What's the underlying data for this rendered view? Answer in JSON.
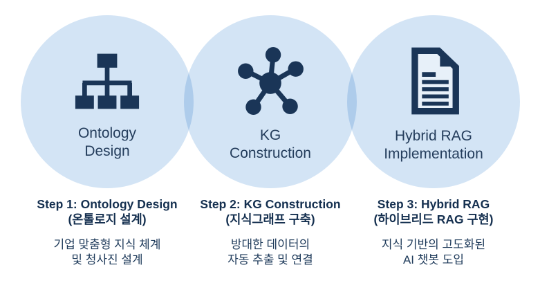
{
  "colors": {
    "background": "#ffffff",
    "circle_fill": "#d3e4f5",
    "circle_overlap": "#b9d3ec",
    "icon": "#1a3557",
    "circle_label": "#243d5c",
    "step_title": "#142f4f",
    "step_desc": "#1e3a5a"
  },
  "steps": [
    {
      "icon": "org-hierarchy-icon",
      "circle_label": [
        "Ontology",
        "Design"
      ],
      "title": [
        "Step 1: Ontology Design",
        "(온톨로지 설계)"
      ],
      "description": [
        "기업 맞춤형 지식 체계",
        "및 청사진 설계"
      ]
    },
    {
      "icon": "knowledge-graph-network-icon",
      "circle_label": [
        "KG",
        "Construction"
      ],
      "title": [
        "Step 2: KG Construction",
        "(지식그래프 구축)"
      ],
      "description": [
        "방대한 데이터의",
        "자동 추출 및 연결"
      ]
    },
    {
      "icon": "document-icon",
      "circle_label": [
        "Hybrid RAG",
        "Implementation"
      ],
      "title": [
        "Step 3: Hybrid RAG",
        "(하이브리드 RAG 구현)"
      ],
      "description": [
        "지식 기반의 고도화된",
        "AI 챗봇 도입"
      ]
    }
  ]
}
